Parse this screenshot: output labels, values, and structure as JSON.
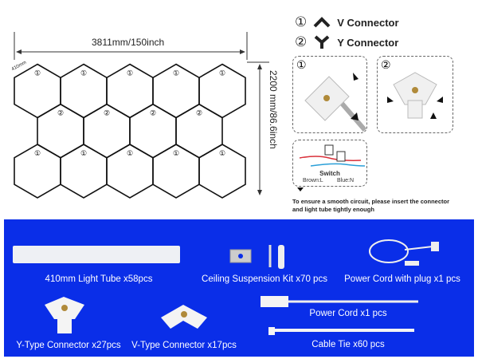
{
  "dimensions": {
    "width_label": "3811mm/150inch",
    "height_label": "2200 mm/86.6inch",
    "tube_length_label": "410mm"
  },
  "connector_symbols": {
    "v": "①",
    "y": "②"
  },
  "legend": [
    {
      "symbol": "①",
      "icon": "v-connector-icon",
      "label": "V Connector"
    },
    {
      "symbol": "②",
      "icon": "y-connector-icon",
      "label": "Y Connector"
    }
  ],
  "detail_boxes": [
    {
      "symbol": "①"
    },
    {
      "symbol": "②"
    }
  ],
  "switch": {
    "title": "Switch",
    "brown": "Brown:L",
    "blue": "Blue:N"
  },
  "caption": "To ensure a smooth circuit, please insert the connector and light tube tightly enough",
  "grid": {
    "rows": [
      5,
      4,
      5
    ]
  },
  "colors": {
    "band": "#0a2ee8",
    "brown_wire": "#d9303a",
    "blue_wire": "#2a9fd8"
  },
  "parts": [
    {
      "label": "410mm Light Tube x58pcs"
    },
    {
      "label": "Ceiling Suspension Kit x70 pcs"
    },
    {
      "label": "Power Cord with plug x1 pcs"
    },
    {
      "label": "Y-Type Connector x27pcs"
    },
    {
      "label": "V-Type Connector x17pcs"
    },
    {
      "label": "Power Cord x1 pcs"
    },
    {
      "label": "Cable Tie x60 pcs"
    }
  ]
}
